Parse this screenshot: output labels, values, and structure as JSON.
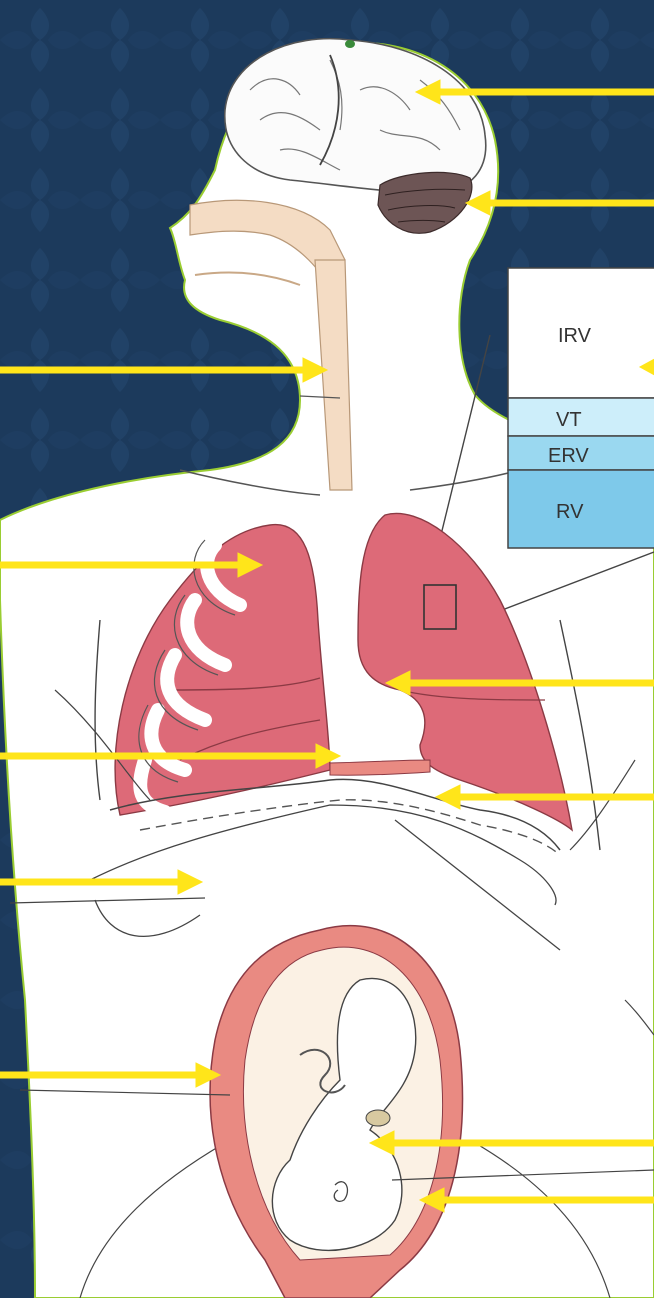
{
  "lung_volumes": {
    "irv": "IRV",
    "vt": "VT",
    "erv": "ERV",
    "rv": "RV"
  },
  "colors": {
    "background": "#1c3a5c",
    "arrow": "#ffe51a",
    "lung": "#dd6a78",
    "uterus": "#e98a82",
    "airway": "#f4dcc4",
    "body": "#ffffff",
    "volume_top": "#ffffff",
    "volume_light": "#cdeefa",
    "volume_blue": "#7ec9ea"
  },
  "arrows": [
    {
      "target": "cerebrum"
    },
    {
      "target": "cerebellum"
    },
    {
      "target": "lung-volumes-chart"
    },
    {
      "target": "trachea"
    },
    {
      "target": "right-lung"
    },
    {
      "target": "mediastinum"
    },
    {
      "target": "diaphragm"
    },
    {
      "target": "diaphragm-dome"
    },
    {
      "target": "abdomen"
    },
    {
      "target": "uterus-wall"
    },
    {
      "target": "fetus-cord"
    },
    {
      "target": "fetus-body"
    }
  ]
}
